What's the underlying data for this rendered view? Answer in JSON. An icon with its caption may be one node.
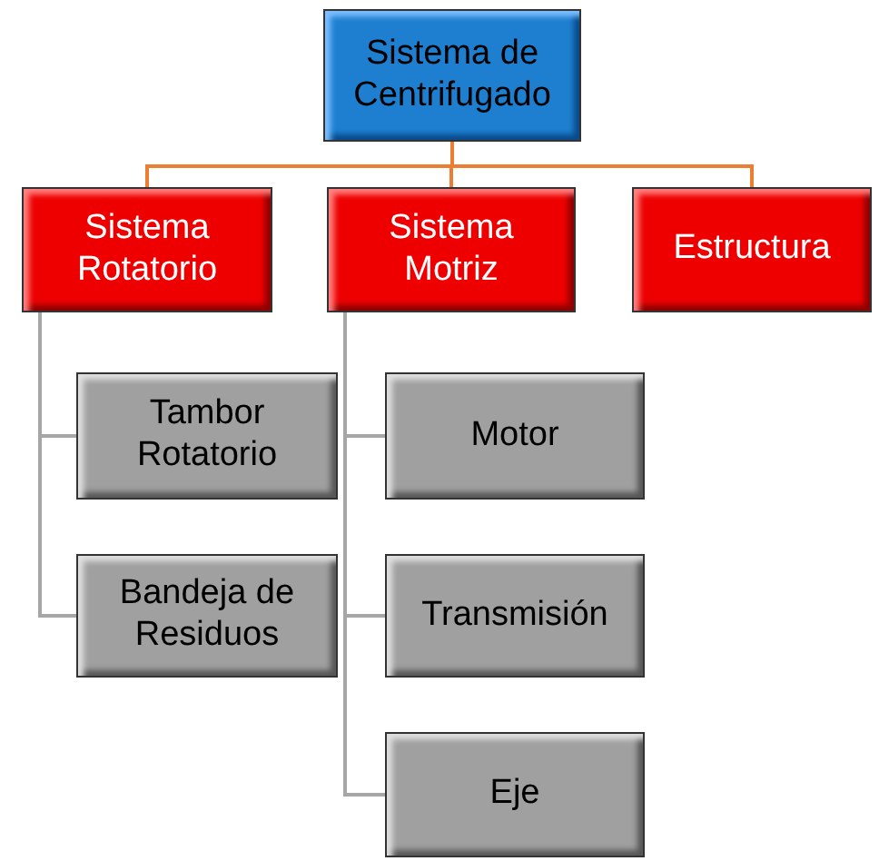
{
  "diagram": {
    "nodes": [
      {
        "text": [
          "Sistema de Centrifugado"
        ]
      },
      {
        "text": [
          "Sistema Rotatorio"
        ]
      },
      {
        "text": [
          "Sistema Motriz"
        ]
      },
      {
        "text": [
          "Estructura"
        ]
      },
      {
        "text": [
          "Tambor Rotatorio"
        ]
      },
      {
        "text": [
          "Bandeja de Residuos"
        ]
      },
      {
        "text": [
          "Motor"
        ]
      },
      {
        "text": [
          "Transmisión"
        ]
      },
      {
        "text": [
          "Eje"
        ]
      }
    ],
    "edges": [
      {
        "from": 0,
        "to": 1,
        "arrow": "none",
        "color": "#ed7d31"
      },
      {
        "from": 0,
        "to": 2,
        "arrow": "none",
        "color": "#ed7d31"
      },
      {
        "from": 0,
        "to": 3,
        "arrow": "none",
        "color": "#ed7d31"
      },
      {
        "from": 1,
        "to": 4,
        "arrow": "none"
      },
      {
        "from": 1,
        "to": 5,
        "arrow": "none"
      },
      {
        "from": 2,
        "to": 6,
        "arrow": "none"
      },
      {
        "from": 2,
        "to": 7,
        "arrow": "none"
      },
      {
        "from": 2,
        "to": 8,
        "arrow": "none"
      }
    ]
  }
}
